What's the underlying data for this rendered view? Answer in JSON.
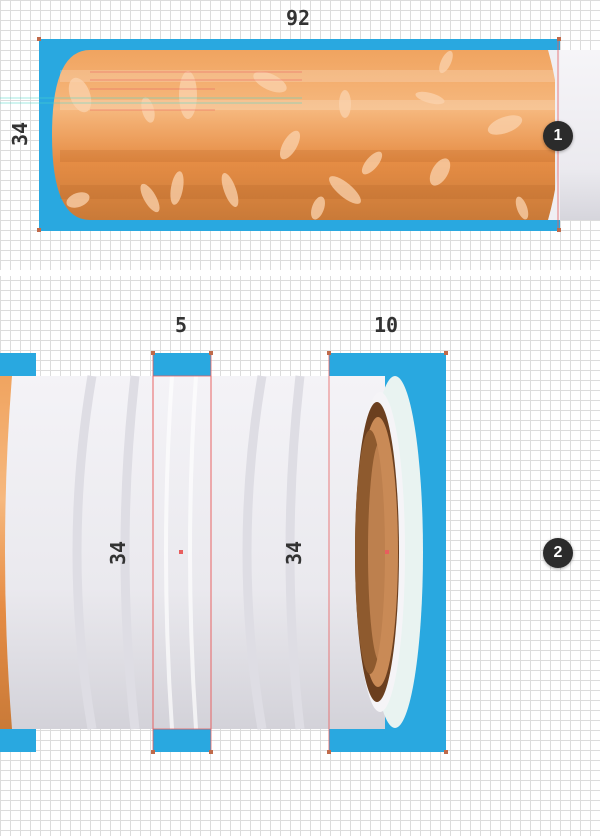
{
  "step1": {
    "width_label": "92",
    "height_label": "34",
    "badge": "1",
    "colors": {
      "selection": "#29a8e0",
      "tobacco_light": "#f6b378",
      "tobacco_dark": "#d9823c",
      "paper": "#ecebf0"
    }
  },
  "step2": {
    "ring_width_label": "5",
    "cap_width_label": "10",
    "height_label_left": "34",
    "height_label_right": "34",
    "badge": "2",
    "colors": {
      "selection": "#29a8e0",
      "paper_light": "#f3f2f6",
      "paper_stripe": "#dcdbe3",
      "inner_dark": "#6b3f1f",
      "inner_mid": "#c98a56"
    }
  }
}
